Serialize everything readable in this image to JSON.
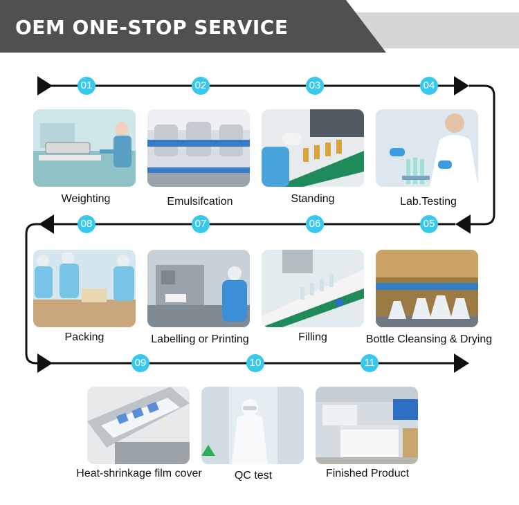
{
  "header": {
    "title": "OEM ONE-STOP SERVICE"
  },
  "colors": {
    "header_dark": "#505050",
    "header_light": "#d6d6d6",
    "badge": "#38c8ec",
    "line": "#111111"
  },
  "steps": [
    {
      "number": "01",
      "label": "Weighting"
    },
    {
      "number": "02",
      "label": "Emulsifcation"
    },
    {
      "number": "03",
      "label": "Standing"
    },
    {
      "number": "04",
      "label": "Lab.Testing"
    },
    {
      "number": "05",
      "label": "Bottle Cleansing & Drying"
    },
    {
      "number": "06",
      "label": "Filling"
    },
    {
      "number": "07",
      "label": "Labelling or Printing"
    },
    {
      "number": "08",
      "label": "Packing"
    },
    {
      "number": "09",
      "label": "Heat-shrinkage film cover"
    },
    {
      "number": "10",
      "label": "QC test"
    },
    {
      "number": "11",
      "label": "Finished Product"
    }
  ]
}
